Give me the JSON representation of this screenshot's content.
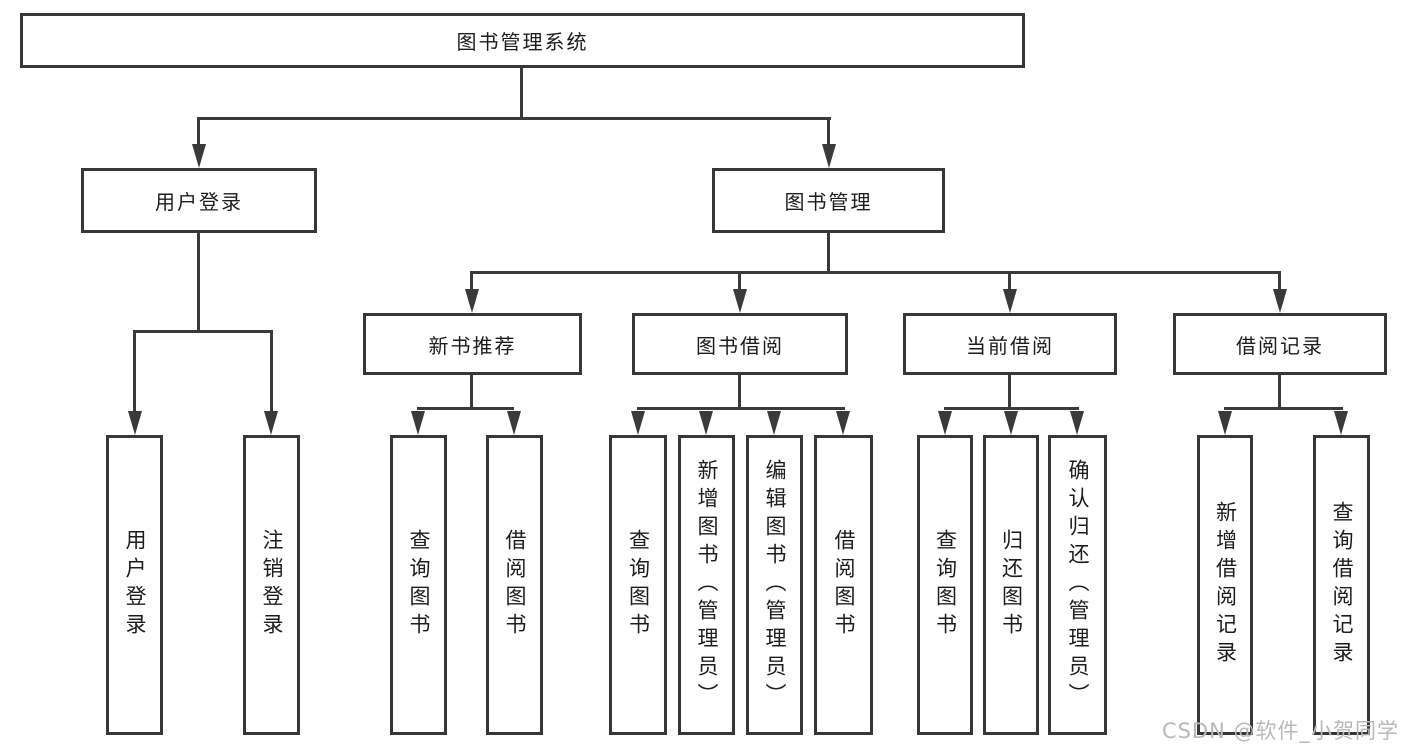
{
  "tree": {
    "label": "图书管理系统",
    "children": [
      {
        "label": "用户登录",
        "children": [
          {
            "label": "用户登录"
          },
          {
            "label": "注销登录"
          }
        ]
      },
      {
        "label": "图书管理",
        "children": [
          {
            "label": "新书推荐",
            "children": [
              {
                "label": "查询图书"
              },
              {
                "label": "借阅图书"
              }
            ]
          },
          {
            "label": "图书借阅",
            "children": [
              {
                "label": "查询图书"
              },
              {
                "label": "新增图书（管理员）"
              },
              {
                "label": "编辑图书（管理员）"
              },
              {
                "label": "借阅图书"
              }
            ]
          },
          {
            "label": "当前借阅",
            "children": [
              {
                "label": "查询图书"
              },
              {
                "label": "归还图书"
              },
              {
                "label": "确认归还（管理员）"
              }
            ]
          },
          {
            "label": "借阅记录",
            "children": [
              {
                "label": "新增借阅记录"
              },
              {
                "label": "查询借阅记录"
              }
            ]
          }
        ]
      }
    ]
  },
  "watermark": {
    "text": "CSDN @软件_小贺同学"
  },
  "colors": {
    "line": "#3a3a3a",
    "border": "#373737",
    "text": "#1c1c1c",
    "watermark": "#b9b9b9",
    "background": "#ffffff"
  }
}
